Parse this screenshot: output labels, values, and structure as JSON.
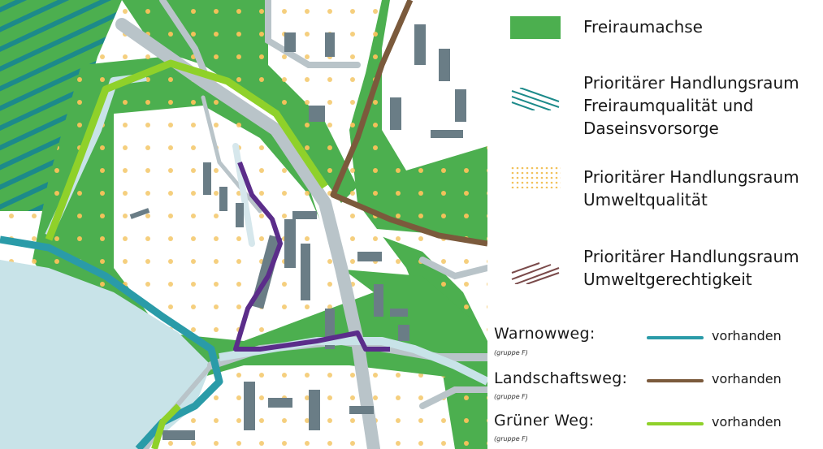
{
  "colors": {
    "green_axis": "#4caf4f",
    "green_dark": "#3d9c3d",
    "hatch_teal": "#1c8a8a",
    "dot_yellow": "#f2c15a",
    "hatch_brown": "#7a4a4a",
    "warnow": "#2a9ba8",
    "landschaft": "#7b5a3c",
    "gruen": "#8fd12a",
    "water": "#c8e3e8",
    "building": "#6a7d86",
    "road": "#b9c4c9",
    "purple": "#5b2d8a"
  },
  "legend": {
    "items": [
      {
        "label_lines": [
          "Freiraumachse"
        ],
        "swatch": "solid-green-swatch"
      },
      {
        "label_lines": [
          "Prioritärer Handlungsraum",
          "Freiraumqualität und",
          "Daseinsvorsorge"
        ],
        "swatch": "teal-hatch-swatch"
      },
      {
        "label_lines": [
          "Prioritärer Handlungsraum",
          "Umweltqualität"
        ],
        "swatch": "yellow-dot-swatch"
      },
      {
        "label_lines": [
          "Prioritärer Handlungsraum",
          "Umweltgerechtigkeit"
        ],
        "swatch": "brown-hatch-swatch"
      }
    ],
    "routes": [
      {
        "label": "Warnowweg:",
        "sub": "(gruppe F)",
        "value": "vorhanden",
        "color": "#2a9ba8"
      },
      {
        "label": "Landschaftsweg:",
        "sub": "(gruppe F)",
        "value": "vorhanden",
        "color": "#7b5a3c"
      },
      {
        "label": "Grüner Weg:",
        "sub": "(gruppe F)",
        "value": "vorhanden",
        "color": "#8fd12a"
      }
    ]
  }
}
